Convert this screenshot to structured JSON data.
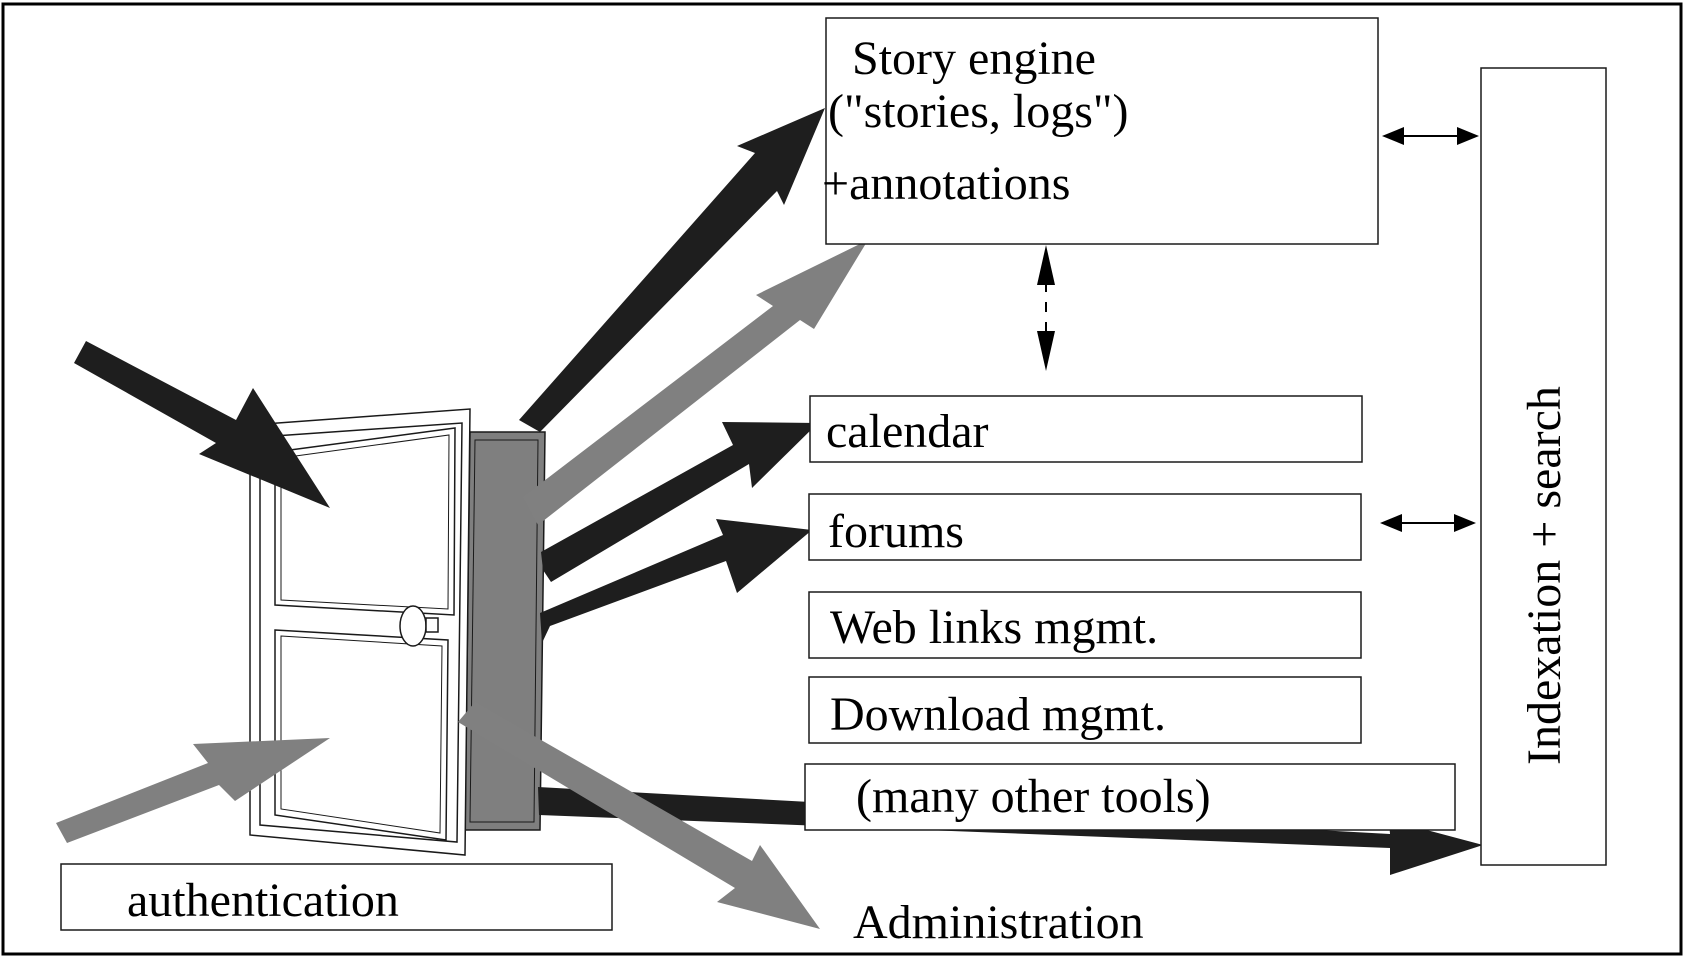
{
  "diagram": {
    "story_engine": {
      "line1": "Story engine",
      "line2": "(\"stories, logs\")",
      "line3": "+annotations"
    },
    "tools": {
      "calendar": "calendar",
      "forums": "forums",
      "web_links": "Web links mgmt.",
      "download": "Download mgmt.",
      "other": "(many other tools)"
    },
    "index_search": "Indexation + search",
    "authentication": "authentication",
    "administration": "Administration",
    "colors": {
      "dark_arrow": "#1e1e1e",
      "gray_arrow": "#808080",
      "door_panel": "#7f7f7f",
      "stroke": "#1a1a1a"
    },
    "icons": {
      "door": "open-door-icon"
    }
  }
}
